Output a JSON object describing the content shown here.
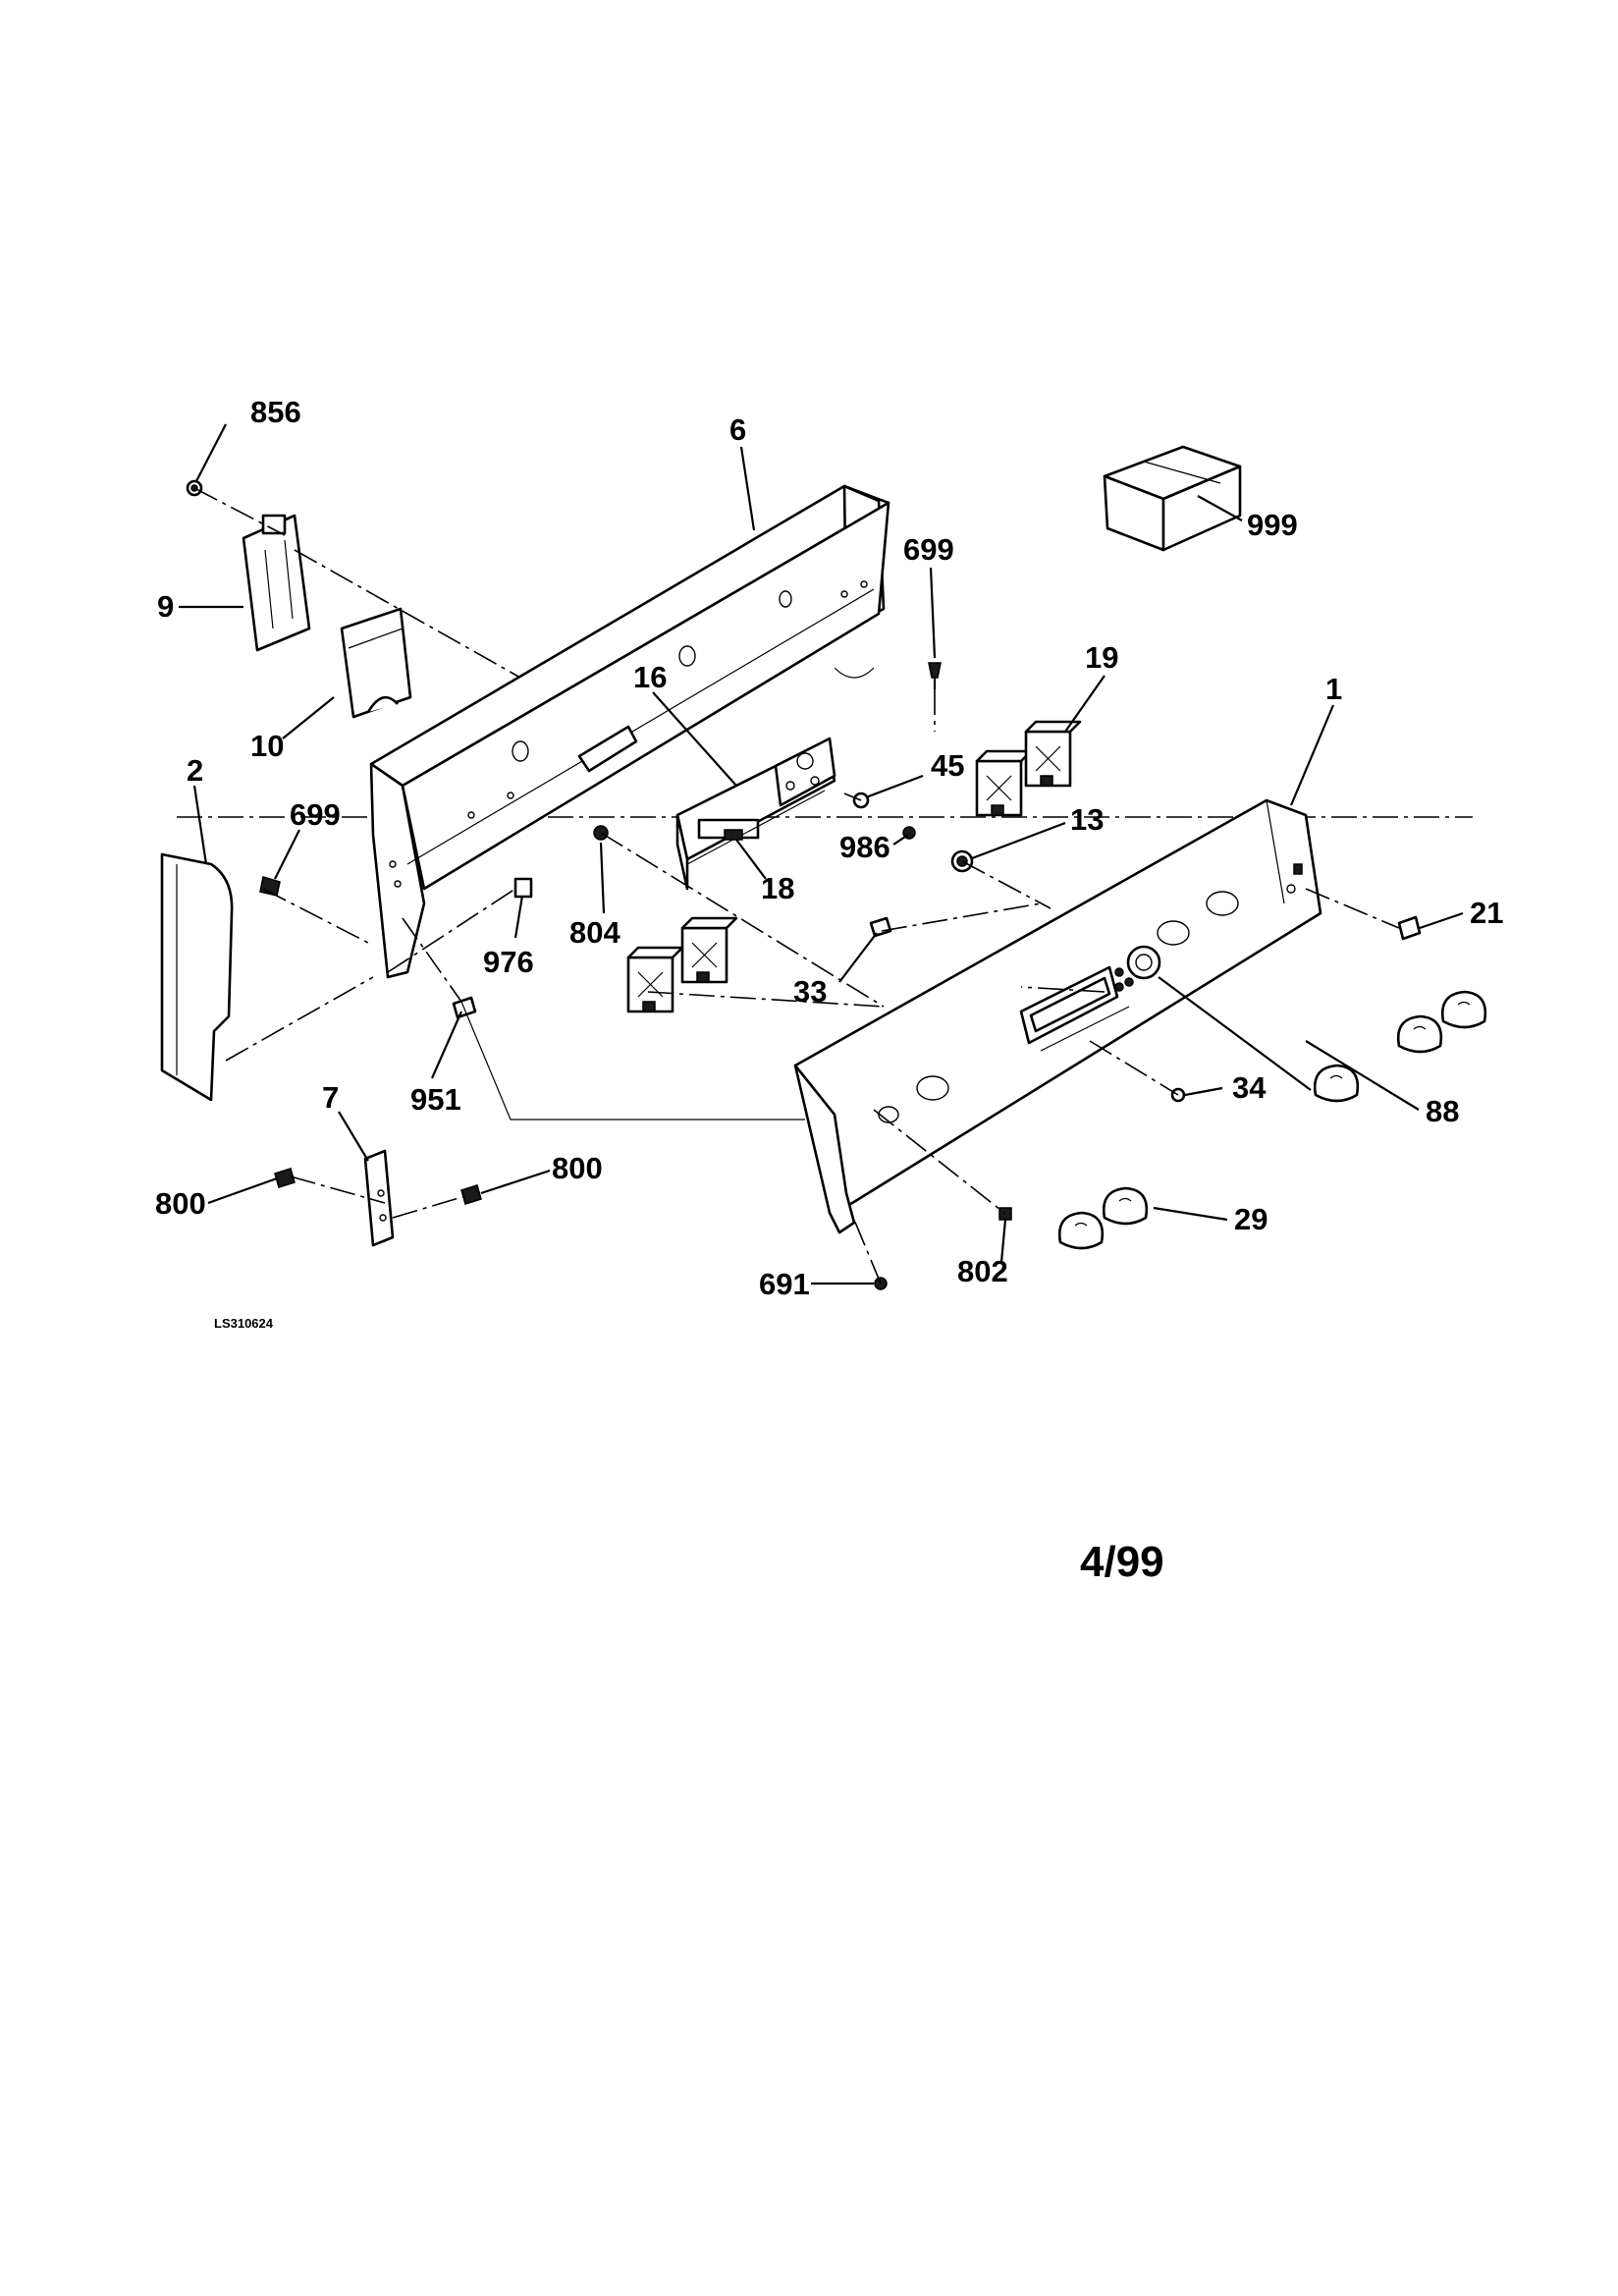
{
  "diagram": {
    "callouts": {
      "c856": "856",
      "c6": "6",
      "c699a": "699",
      "c999": "999",
      "c9": "9",
      "c19": "19",
      "c16": "16",
      "c1": "1",
      "c10": "10",
      "c45": "45",
      "c2": "2",
      "c13": "13",
      "c699b": "699",
      "c986": "986",
      "c18": "18",
      "c21": "21",
      "c804": "804",
      "c976": "976",
      "c33": "33",
      "c951": "951",
      "c34": "34",
      "c88": "88",
      "c7": "7",
      "c800a": "800",
      "c800b": "800",
      "c29": "29",
      "c802": "802",
      "c691": "691"
    },
    "drawing_code": "LS310624",
    "revision_date": "4/99"
  }
}
